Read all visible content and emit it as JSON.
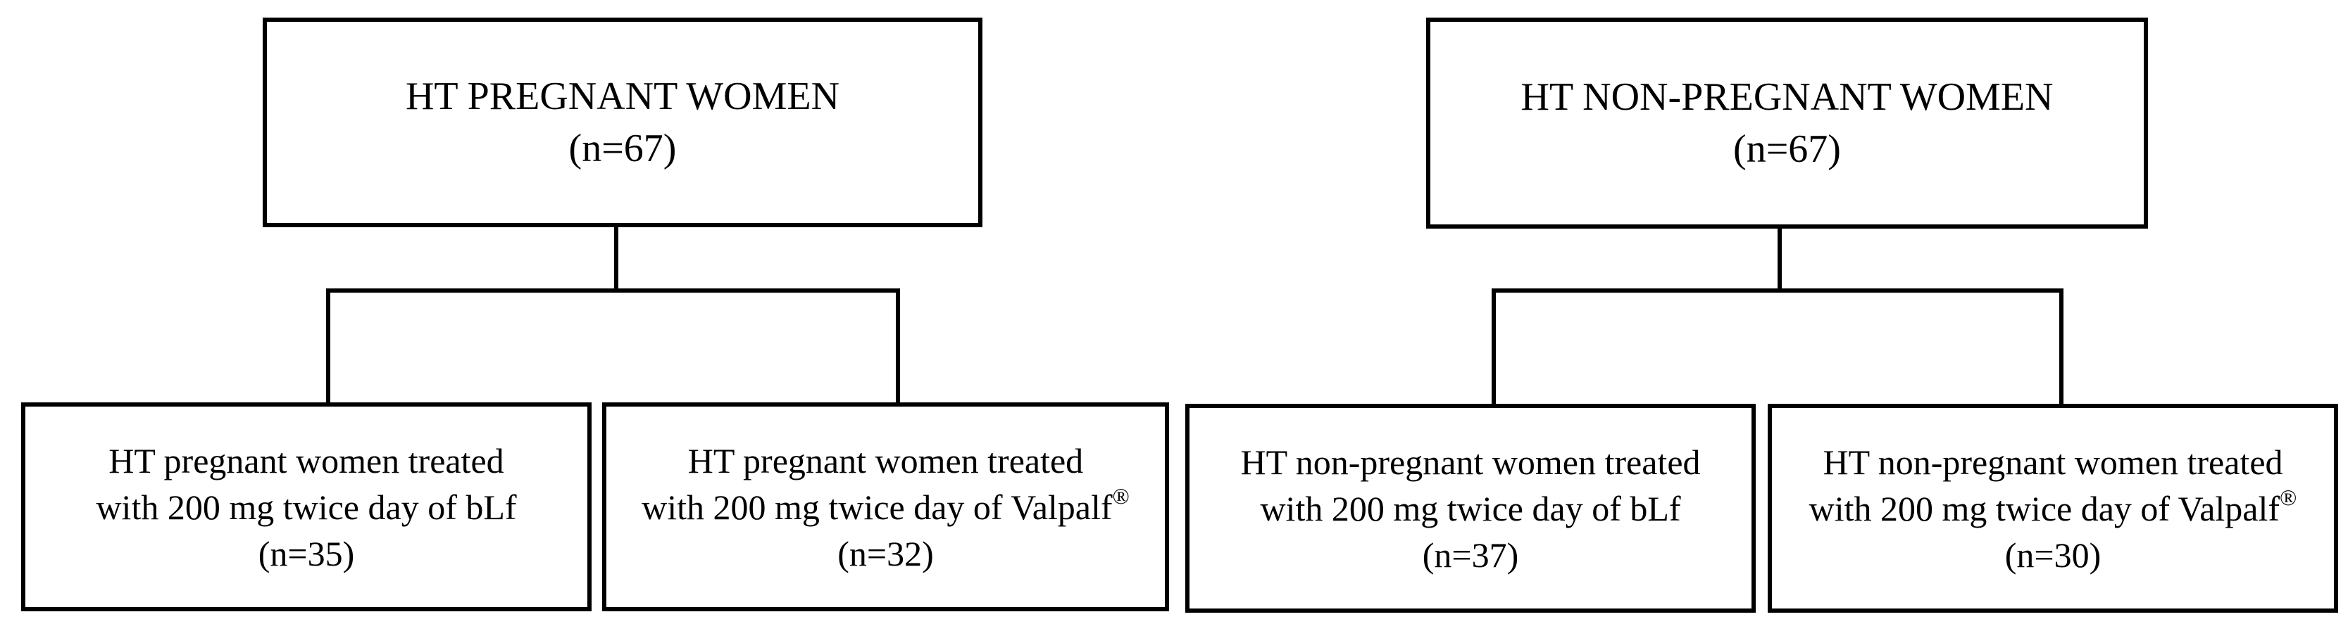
{
  "groups": [
    {
      "title": "HT PREGNANT WOMEN",
      "n": "(n=67)",
      "children": [
        {
          "line1": "HT pregnant women treated",
          "line2": "with 200 mg twice day of bLf",
          "sup": "",
          "n": "(n=35)"
        },
        {
          "line1": "HT pregnant women treated",
          "line2": "with 200 mg twice day of Valpalf",
          "sup": "®",
          "n": "(n=32)"
        }
      ]
    },
    {
      "title": "HT NON-PREGNANT WOMEN",
      "n": "(n=67)",
      "children": [
        {
          "line1": "HT non-pregnant women treated",
          "line2": "with 200 mg twice day of bLf",
          "sup": "",
          "n": "(n=37)"
        },
        {
          "line1": "HT non-pregnant women treated",
          "line2": "with 200 mg twice day of Valpalf",
          "sup": "®",
          "n": "(n=30)"
        }
      ]
    }
  ]
}
